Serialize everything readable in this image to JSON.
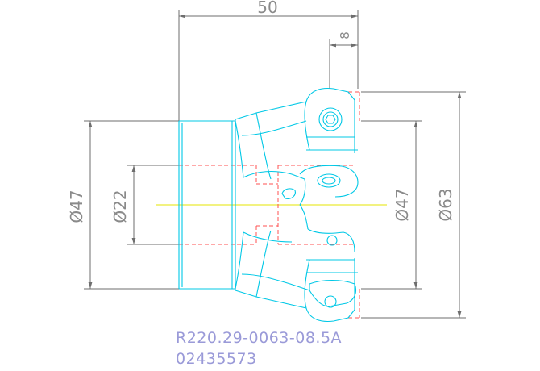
{
  "drawing": {
    "dimensions": {
      "overall_length": "50",
      "flange_offset": "8",
      "outer_diameter_left": "Ø47",
      "bore_diameter": "Ø22",
      "outer_diameter_right": "Ø47",
      "cutting_diameter": "Ø63"
    },
    "part_number": "R220.29-0063-08.5A",
    "item_code": "02435573",
    "colors": {
      "outline": "#00c8e6",
      "dimension": "#6e6e6e",
      "hidden": "#ff5050",
      "centerline": "#e6e600",
      "caption": "#9a9ad8"
    }
  }
}
